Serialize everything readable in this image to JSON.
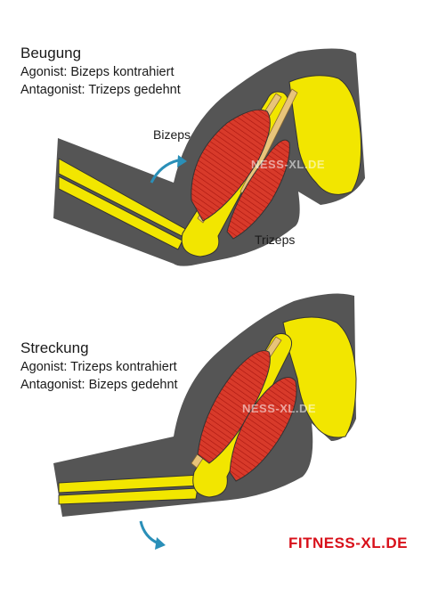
{
  "colors": {
    "limb": "#555555",
    "bone": "#f2e600",
    "tendon": "#e8c47a",
    "muscle": "#d83a2a",
    "muscle_dark": "#b02018",
    "arrow": "#2a8fb8",
    "brand": "#d8101a"
  },
  "flexion": {
    "title": "Beugung",
    "agonist": "Agonist: Bizeps kontrahiert",
    "antagonist": "Antagonist: Trizeps gedehnt",
    "label_biceps": "Bizeps",
    "label_triceps": "Trizeps",
    "watermark": "NESS-XL.DE"
  },
  "extension": {
    "title": "Streckung",
    "agonist": "Agonist: Trizeps kontrahiert",
    "antagonist": "Antagonist: Bizeps gedehnt",
    "watermark": "NESS-XL.DE"
  },
  "brand": "FITNESS-XL.DE"
}
